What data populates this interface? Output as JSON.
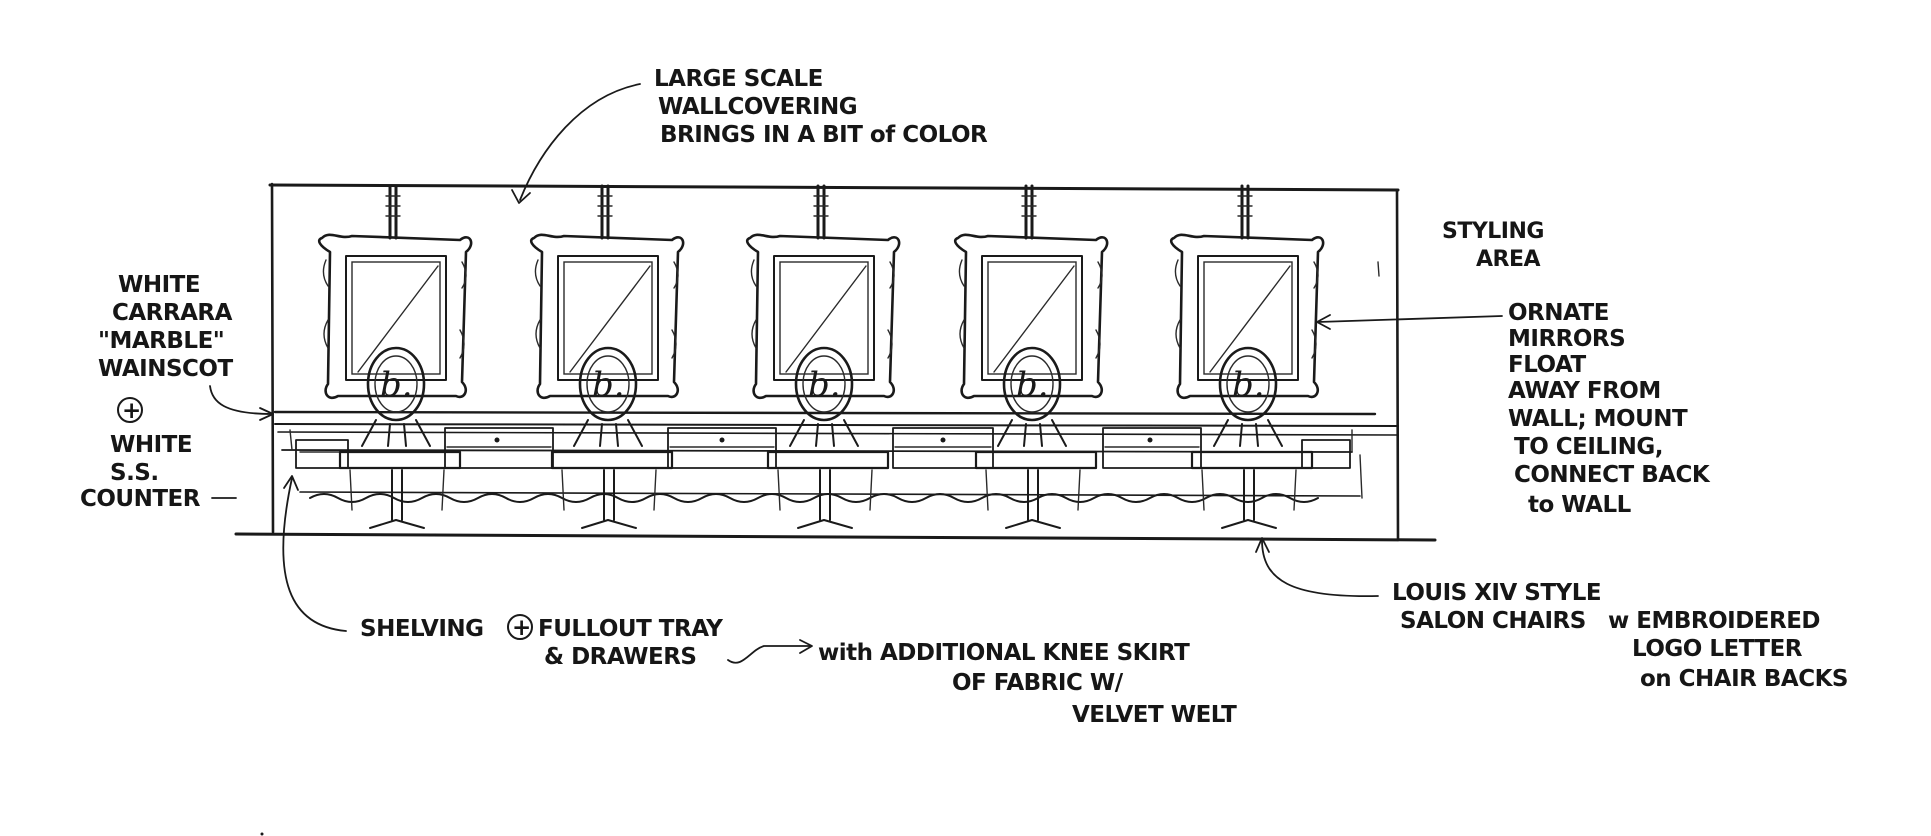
{
  "annotations": {
    "wallcovering": [
      "LARGE SCALE",
      "WALLCOVERING",
      "BRINGS IN A BIT of COLOR"
    ],
    "styling_area": [
      "STYLING",
      "AREA"
    ],
    "wainscot": [
      "WHITE",
      "CARRARA",
      "\"MARBLE\"",
      "WAINSCOT"
    ],
    "plus_symbol": "+",
    "counter": [
      "WHITE",
      "S.S.",
      "COUNTER"
    ],
    "mirrors": [
      "ORNATE",
      "MIRRORS",
      "FLOAT",
      "AWAY FROM",
      "WALL; MOUNT",
      "TO CEILING,",
      "CONNECT BACK",
      "to WALL"
    ],
    "shelving": [
      "SHELVING",
      "FULLOUT TRAY",
      "& DRAWERS"
    ],
    "knee_skirt": [
      "with ADDITIONAL KNEE SKIRT",
      "OF FABRIC W/",
      "VELVET WELT"
    ],
    "chair": [
      "LOUIS XIV STYLE",
      "SALON CHAIRS",
      "w EMBROIDERED",
      "LOGO LETTER",
      "on CHAIR BACKS"
    ]
  },
  "stations": {
    "count": 5,
    "logo_letter": "b."
  },
  "colors": {
    "ink": "#1a1a1a",
    "paper": "#ffffff"
  }
}
